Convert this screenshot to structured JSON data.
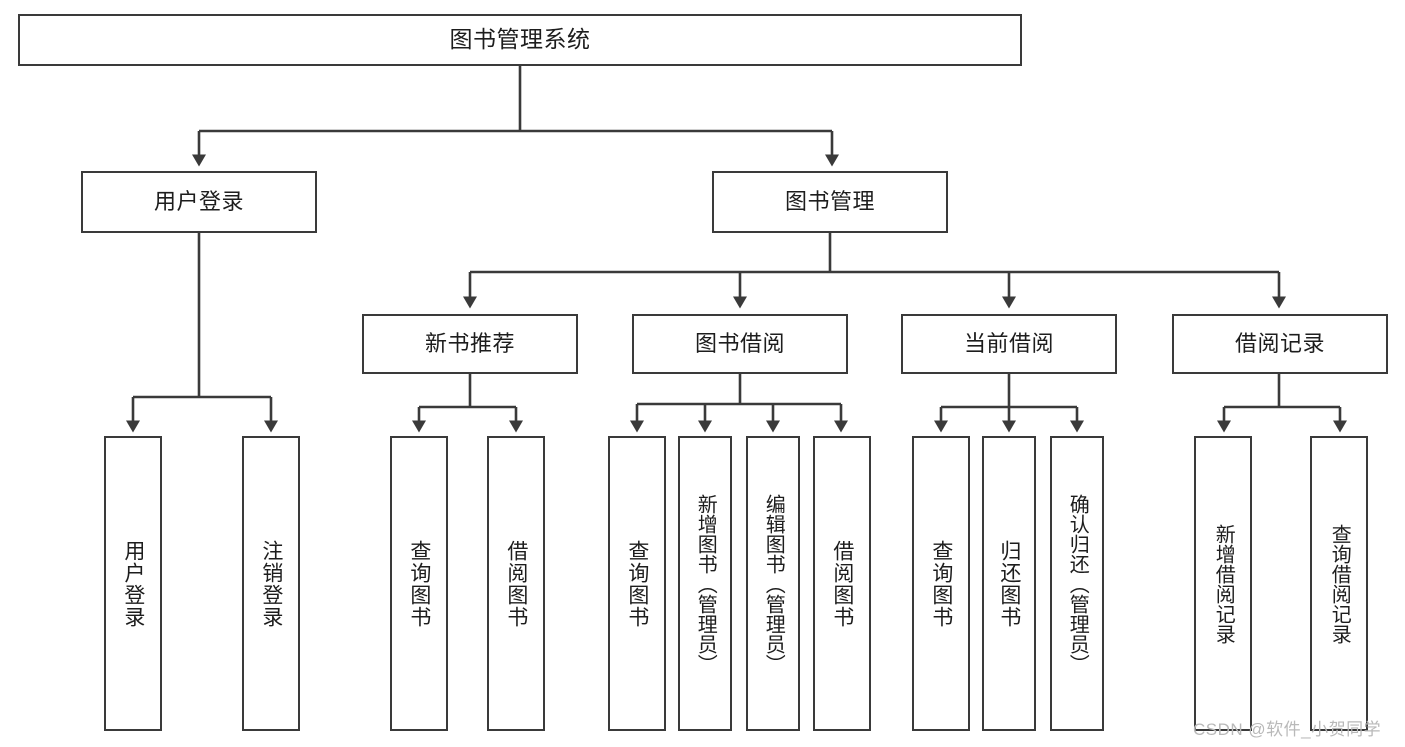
{
  "diagram": {
    "type": "tree",
    "title": "图书管理系统",
    "orientation": "top-down",
    "colors": {
      "box_border": "#3a3a3a",
      "box_fill": "#ffffff",
      "connector": "#3a3a3a",
      "text": "#1d1d1d",
      "watermark": "#b9b9b9",
      "background": "#ffffff"
    },
    "root": {
      "label": "图书管理系统"
    },
    "level2": [
      {
        "label": "用户登录"
      },
      {
        "label": "图书管理"
      }
    ],
    "level3": [
      {
        "label": "新书推荐"
      },
      {
        "label": "图书借阅"
      },
      {
        "label": "当前借阅"
      },
      {
        "label": "借阅记录"
      }
    ],
    "leaves": {
      "user_login": [
        {
          "label": "用户登录"
        },
        {
          "label": "注销登录"
        }
      ],
      "new_book": [
        {
          "label": "查询图书"
        },
        {
          "label": "借阅图书"
        }
      ],
      "book_borrow": [
        {
          "label": "查询图书"
        },
        {
          "label": "新增图书（管理员）"
        },
        {
          "label": "编辑图书（管理员）"
        },
        {
          "label": "借阅图书"
        }
      ],
      "current_borrow": [
        {
          "label": "查询图书"
        },
        {
          "label": "归还图书"
        },
        {
          "label": "确认归还（管理员）"
        }
      ],
      "borrow_record": [
        {
          "label": "新增借阅记录"
        },
        {
          "label": "查询借阅记录"
        }
      ]
    }
  },
  "watermark": {
    "text": "CSDN @软件_小贺同学"
  }
}
